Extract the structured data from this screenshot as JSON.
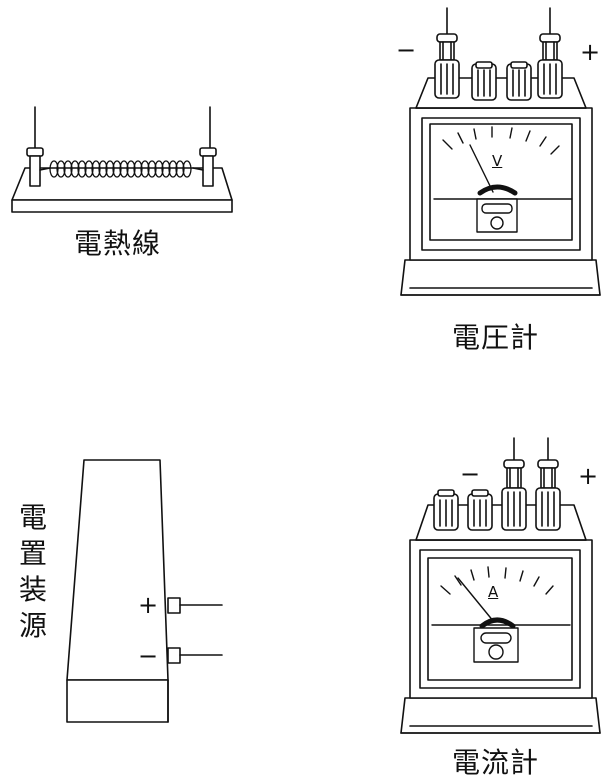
{
  "heater": {
    "label": "電熱線"
  },
  "voltmeter": {
    "label": "電圧計",
    "dial_letter": "V",
    "minus": "−",
    "plus": "+"
  },
  "power": {
    "label_chars": [
      "電",
      "置",
      "装",
      "源"
    ],
    "plus": "+",
    "minus": "−"
  },
  "ammeter": {
    "label": "電流計",
    "dial_letter": "A",
    "minus": "−",
    "plus": "+"
  }
}
